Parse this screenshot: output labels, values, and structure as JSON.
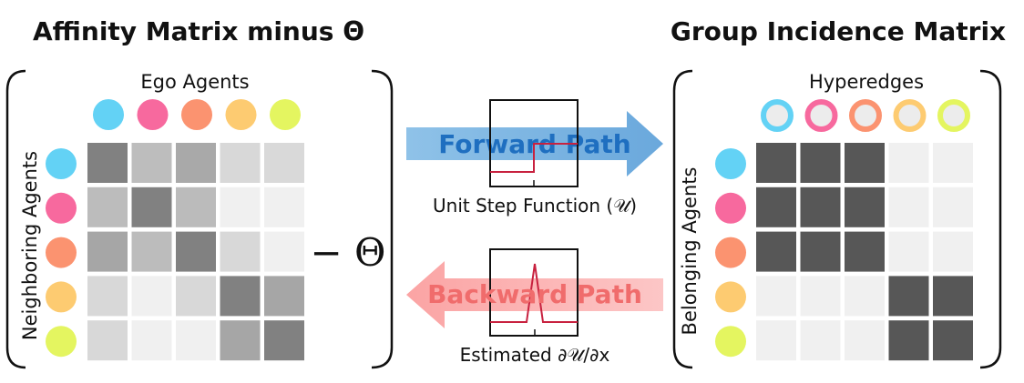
{
  "left": {
    "title": "Affinity Matrix minus Θ",
    "col_label": "Ego Agents",
    "row_label": "Neighboring Agents",
    "minus_theta": "− Θ",
    "agent_colors": [
      "#63d2f5",
      "#f7699e",
      "#fb9370",
      "#fdcb71",
      "#e4f560"
    ],
    "matrix": [
      [
        "#818181",
        "#bdbdbd",
        "#a9a9a9",
        "#d8d8d8",
        "#d9d9d9"
      ],
      [
        "#bcbcbc",
        "#818181",
        "#bbbbbb",
        "#f0f0f0",
        "#f0f0f0"
      ],
      [
        "#a6a6a6",
        "#bcbcbc",
        "#818181",
        "#d8d8d8",
        "#f0f0f0"
      ],
      [
        "#d8d8d8",
        "#f0f0f0",
        "#d8d8d8",
        "#818181",
        "#a6a6a6"
      ],
      [
        "#d8d8d8",
        "#f0f0f0",
        "#f0f0f0",
        "#a6a6a6",
        "#818181"
      ]
    ]
  },
  "middle": {
    "forward_label": "Forward Path",
    "forward_caption": "Unit Step Function (𝒰)",
    "backward_label": "Backward Path",
    "backward_caption": "Estimated ∂𝒰/∂x",
    "forward_arrow_color": "#79b3e0",
    "backward_arrow_color": "#fbb4b4",
    "curve_color": "#c8213f"
  },
  "right": {
    "title": "Group Incidence Matrix",
    "col_label": "Hyperedges",
    "row_label": "Belonging Agents",
    "agent_colors": [
      "#63d2f5",
      "#f7699e",
      "#fb9370",
      "#fdcb71",
      "#e4f560"
    ],
    "hyperedge_colors": [
      "#63d2f5",
      "#f7699e",
      "#fb9370",
      "#fdcb71",
      "#e4f560"
    ],
    "matrix": [
      [
        1,
        1,
        1,
        0,
        0
      ],
      [
        1,
        1,
        1,
        0,
        0
      ],
      [
        1,
        1,
        1,
        0,
        0
      ],
      [
        0,
        0,
        0,
        1,
        1
      ],
      [
        0,
        0,
        0,
        1,
        1
      ]
    ],
    "on_color": "#575757",
    "off_color": "#f0f0f0"
  }
}
